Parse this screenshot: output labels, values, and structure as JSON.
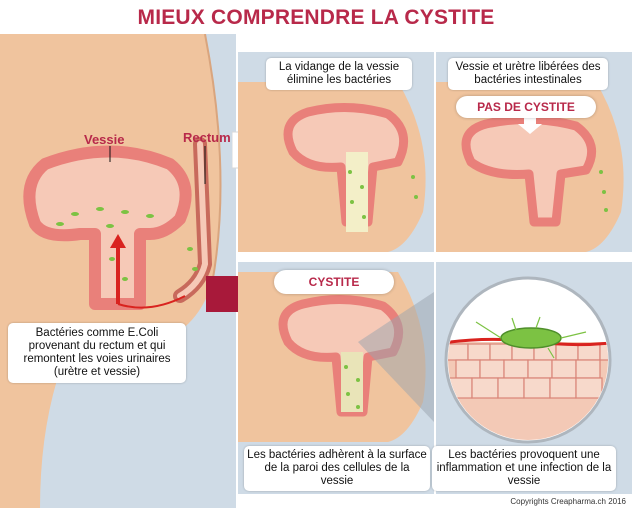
{
  "title": "MIEUX COMPRENDRE LA CYSTITE",
  "labels": {
    "vessie": "Vessie",
    "rectum": "Rectum",
    "left_caption": "Bactéries comme E.Coli provenant du rectum et qui remontent les voies urinaires (urètre et vessie)",
    "top_mid_caption": "La vidange de la vessie élimine les bactéries",
    "top_right_caption": "Vessie et urètre libérées des bactéries intestinales",
    "pas_de_cystite": "PAS DE CYSTITE",
    "cystite": "CYSTITE",
    "bottom_mid_caption": "Les bactéries adhèrent à la surface de la paroi des cellules de la vessie",
    "bottom_right_caption": "Les bactéries provoquent une inflammation et une infection de la vessie",
    "copyright": "Copyrights Creapharma.ch 2016"
  },
  "colors": {
    "title": "#b8294a",
    "skin": "#f0c49e",
    "bladder_wall": "#e9807a",
    "bladder_inner": "#f6c9b7",
    "bacteria": "#7cc243",
    "arrow_red": "#a8193a",
    "background_blue": "#cfdbe6"
  }
}
